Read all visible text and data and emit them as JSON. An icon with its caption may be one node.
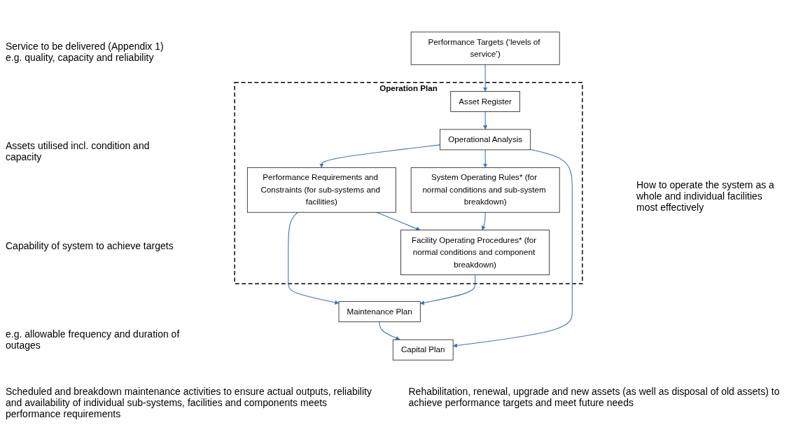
{
  "diagram": {
    "nodes": [
      {
        "text": [
          "Performance Targets (‘levels of service’)"
        ]
      },
      {
        "text": [
          "Operation Plan"
        ]
      },
      {
        "text": [
          "Asset Register"
        ],
        "in": 1
      },
      {
        "text": [
          "Operational Analysis"
        ],
        "in": 1
      },
      {
        "text": [
          "Performance Requirements and Constraints (for sub-systems and facilities)"
        ],
        "in": 1
      },
      {
        "text": [
          "System Operating Rules* (for normal conditions and sub-system breakdown)"
        ],
        "in": 1
      },
      {
        "text": [
          "Facility Operating Procedures* (for normal conditions and component breakdown)"
        ],
        "in": 1
      },
      {
        "text": [
          "Maintenance Plan"
        ]
      },
      {
        "text": [
          "Capital Plan"
        ]
      }
    ],
    "edges": [
      {
        "from": 0,
        "to": 2,
        "arrow": "to"
      },
      {
        "from": 2,
        "to": 3,
        "arrow": "to"
      },
      {
        "from": 3,
        "to": 4,
        "arrow": "to"
      },
      {
        "from": 3,
        "to": 5,
        "arrow": "to"
      },
      {
        "from": 4,
        "to": 6,
        "arrow": "to"
      },
      {
        "from": 5,
        "to": 6,
        "arrow": "to"
      },
      {
        "from": 4,
        "to": 7,
        "arrow": "to"
      },
      {
        "from": 6,
        "to": 7,
        "arrow": "to"
      },
      {
        "from": 7,
        "to": 8,
        "arrow": "to"
      },
      {
        "from": 3,
        "to": 8,
        "arrow": "to"
      }
    ],
    "labels": [
      "Service to be delivered (Appendix 1) e.g. quality, capacity and reliability",
      "Assets utilised incl. condition and capacity",
      "Capability of system to achieve targets",
      "e.g. allowable frequency and duration of outages",
      "How to operate the system as a whole and individual facilities most effectively",
      "Scheduled and breakdown maintenance activities to ensure actual outputs, reliability and availability of individual sub-systems, facilities and components meets performance requirements",
      "Rehabilitation, renewal, upgrade and new assets (as well as disposal of old assets) to achieve performance targets and meet future needs"
    ]
  }
}
